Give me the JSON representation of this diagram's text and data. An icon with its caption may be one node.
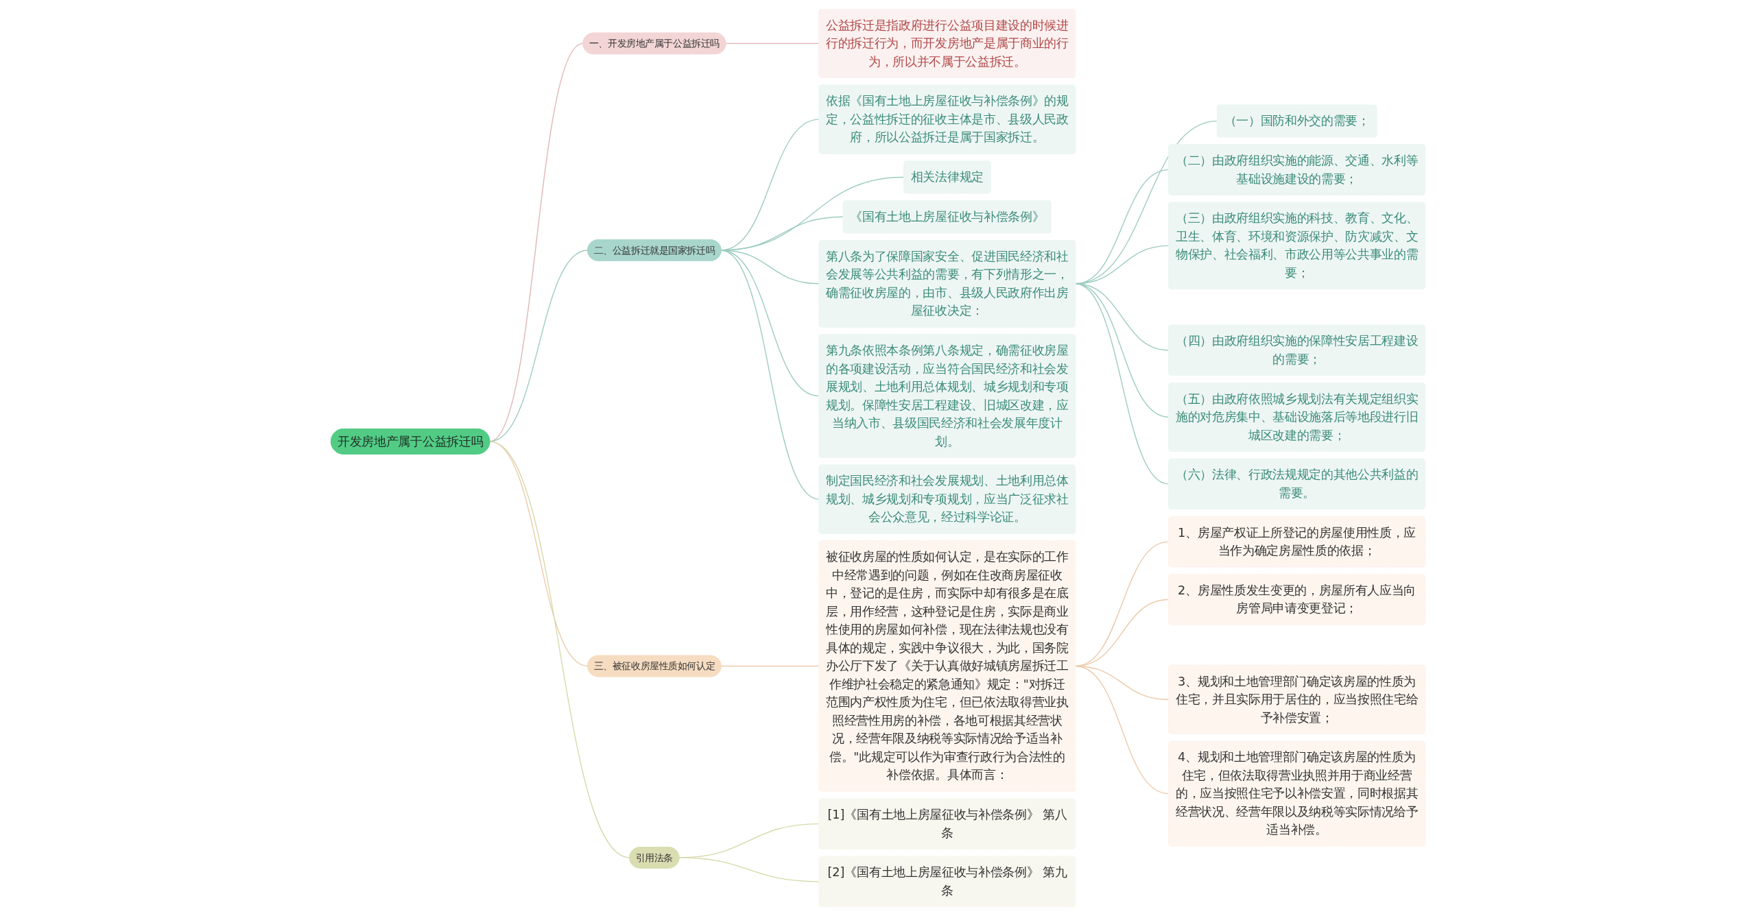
{
  "diagram": {
    "nodes": [
      {
        "text": [
          "开发房地产属于公益拆迁吗"
        ]
      },
      {
        "text": [
          "一、开发房地产属于公益拆迁吗"
        ]
      },
      {
        "text": [
          "公益拆迁是指政府进行公益项目建设的时候进行的拆迁行为，而开发房地产是属于商业的行为，所以并不属于公益拆迁。"
        ]
      },
      {
        "text": [
          "二、公益拆迁就是国家拆迁吗"
        ]
      },
      {
        "text": [
          "依据《国有土地上房屋征收与补偿条例》的规定，公益性拆迁的征收主体是市、县级人民政府，所以公益拆迁是属于国家拆迁。"
        ]
      },
      {
        "text": [
          "相关法律规定"
        ]
      },
      {
        "text": [
          "《国有土地上房屋征收与补偿条例》"
        ]
      },
      {
        "text": [
          "第八条为了保障国家安全、促进国民经济和社会发展等公共利益的需要，有下列情形之一，确需征收房屋的，由市、县级人民政府作出房屋征收决定："
        ]
      },
      {
        "text": [
          "（一）国防和外交的需要；"
        ]
      },
      {
        "text": [
          "（二）由政府组织实施的能源、交通、水利等基础设施建设的需要；"
        ]
      },
      {
        "text": [
          "（三）由政府组织实施的科技、教育、文化、卫生、体育、环境和资源保护、防灾减灾、文物保护、社会福利、市政公用等公共事业的需要；"
        ]
      },
      {
        "text": [
          "（四）由政府组织实施的保障性安居工程建设的需要；"
        ]
      },
      {
        "text": [
          "（五）由政府依照城乡规划法有关规定组织实施的对危房集中、基础设施落后等地段进行旧城区改建的需要；"
        ]
      },
      {
        "text": [
          "（六）法律、行政法规规定的其他公共利益的需要。"
        ]
      },
      {
        "text": [
          "第九条依照本条例第八条规定，确需征收房屋的各项建设活动，应当符合国民经济和社会发展规划、土地利用总体规划、城乡规划和专项规划。保障性安居工程建设、旧城区改建，应当纳入市、县级国民经济和社会发展年度计划。"
        ]
      },
      {
        "text": [
          "制定国民经济和社会发展规划、土地利用总体规划、城乡规划和专项规划，应当广泛征求社会公众意见，经过科学论证。"
        ]
      },
      {
        "text": [
          "三、被征收房屋性质如何认定"
        ]
      },
      {
        "text": [
          "被征收房屋的性质如何认定，是在实际的工作中经常遇到的问题，例如在住改商房屋征收中，登记的是住房，而实际中却有很多是在底层，用作经营，这种登记是住房，实际是商业性使用的房屋如何补偿，现在法律法规也没有具体的规定，实践中争议很大，为此，国务院办公厅下发了《关于认真做好城镇房屋拆迁工作维护社会稳定的紧急通知》规定：\"对拆迁范围内产权性质为住宅，但已依法取得营业执照经营性用房的补偿，各地可根据其经营状况，经营年限及纳税等实际情况给予适当补偿。\"此规定可以作为审查行政行为合法性的补偿依据。具体而言："
        ]
      },
      {
        "text": [
          "1、房屋产权证上所登记的房屋使用性质，应当作为确定房屋性质的依据；"
        ]
      },
      {
        "text": [
          "2、房屋性质发生变更的，房屋所有人应当向房管局申请变更登记；"
        ]
      },
      {
        "text": [
          "3、规划和土地管理部门确定该房屋的性质为住宅，并且实际用于居住的，应当按照住宅给予补偿安置；"
        ]
      },
      {
        "text": [
          "4、规划和土地管理部门确定该房屋的性质为住宅，但依法取得营业执照并用于商业经营的，应当按照住宅予以补偿安置，同时根据其经营状况、经营年限以及纳税等实际情况给予适当补偿。"
        ]
      },
      {
        "text": [
          "引用法条"
        ]
      },
      {
        "text": [
          "[1]《国有土地上房屋征收与补偿条例》 第八条"
        ]
      },
      {
        "text": [
          "[2]《国有土地上房屋征收与补偿条例》 第九条"
        ]
      }
    ],
    "edges": [
      {
        "from": 0,
        "to": 1,
        "arrow": "none",
        "color": "#e0b4b4"
      },
      {
        "from": 1,
        "to": 2,
        "arrow": "none",
        "color": "#e0b4b4"
      },
      {
        "from": 0,
        "to": 3,
        "arrow": "none"
      },
      {
        "from": 3,
        "to": 4,
        "arrow": "none"
      },
      {
        "from": 3,
        "to": 5,
        "arrow": "none"
      },
      {
        "from": 3,
        "to": 6,
        "arrow": "none"
      },
      {
        "from": 3,
        "to": 7,
        "arrow": "none"
      },
      {
        "from": 7,
        "to": 8,
        "arrow": "none"
      },
      {
        "from": 7,
        "to": 9,
        "arrow": "none"
      },
      {
        "from": 7,
        "to": 10,
        "arrow": "none"
      },
      {
        "from": 7,
        "to": 11,
        "arrow": "none"
      },
      {
        "from": 7,
        "to": 12,
        "arrow": "none"
      },
      {
        "from": 7,
        "to": 13,
        "arrow": "none"
      },
      {
        "from": 3,
        "to": 14,
        "arrow": "none"
      },
      {
        "from": 3,
        "to": 15,
        "arrow": "none"
      },
      {
        "from": 0,
        "to": 16,
        "arrow": "none",
        "color": "#ecc9aa"
      },
      {
        "from": 16,
        "to": 17,
        "arrow": "none",
        "color": "#ecc9aa"
      },
      {
        "from": 17,
        "to": 18,
        "arrow": "none",
        "color": "#ecc9aa"
      },
      {
        "from": 17,
        "to": 19,
        "arrow": "none",
        "color": "#ecc9aa"
      },
      {
        "from": 17,
        "to": 20,
        "arrow": "none",
        "color": "#ecc9aa"
      },
      {
        "from": 17,
        "to": 21,
        "arrow": "none",
        "color": "#ecc9aa"
      },
      {
        "from": 0,
        "to": 22,
        "arrow": "none",
        "color": "#d6d9a8"
      },
      {
        "from": 22,
        "to": 23,
        "arrow": "none",
        "color": "#d6d9a8"
      },
      {
        "from": 22,
        "to": 24,
        "arrow": "none",
        "color": "#d6d9a8"
      }
    ]
  }
}
